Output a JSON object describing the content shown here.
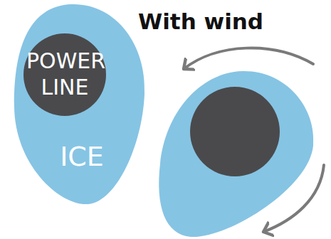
{
  "diagram": {
    "nodes": [
      {
        "text": [
          "ICE"
        ]
      },
      {
        "text": [
          "POWER LINE"
        ],
        "in": 0
      }
    ],
    "labels": [
      "With wind"
    ]
  }
}
